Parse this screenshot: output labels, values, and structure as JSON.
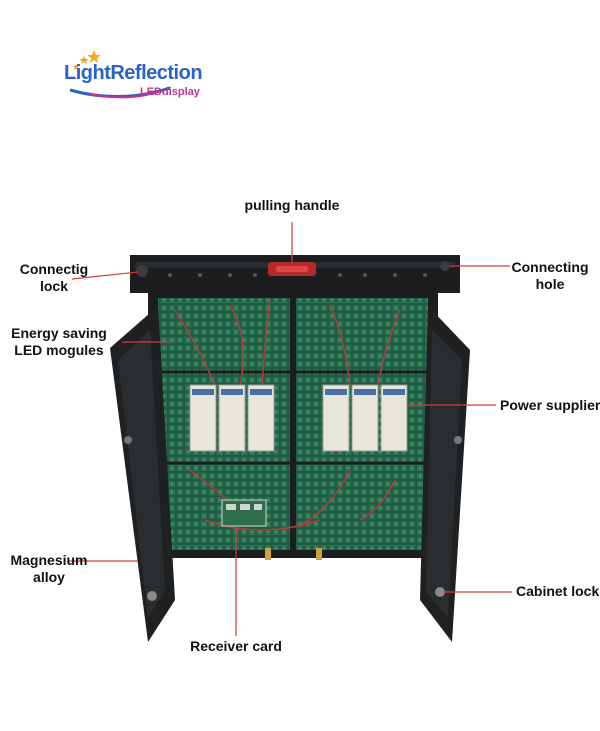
{
  "logo": {
    "name": "LightReflection",
    "tagline": "LEDdisplay"
  },
  "labels": {
    "pulling_handle": "pulling handle",
    "connecting_lock": [
      "Connectig",
      "lock"
    ],
    "connecting_hole": [
      "Connecting",
      "hole"
    ],
    "energy_saving": [
      "Energy saving",
      "LED mogules"
    ],
    "power_supplier": "Power supplier",
    "magnesium": [
      "Magnesium",
      "alloy"
    ],
    "cabinet_lock": "Cabinet lock",
    "receiver_card": "Receiver card"
  },
  "colors": {
    "leader_line": "#d43a3a",
    "frame": "#1b1d1f",
    "led_panel": "#1f5a43",
    "power_module": "#e8e6dc",
    "logo_blue": "#2a63c7",
    "logo_magenta": "#c0348b",
    "star": "#f5a623"
  }
}
